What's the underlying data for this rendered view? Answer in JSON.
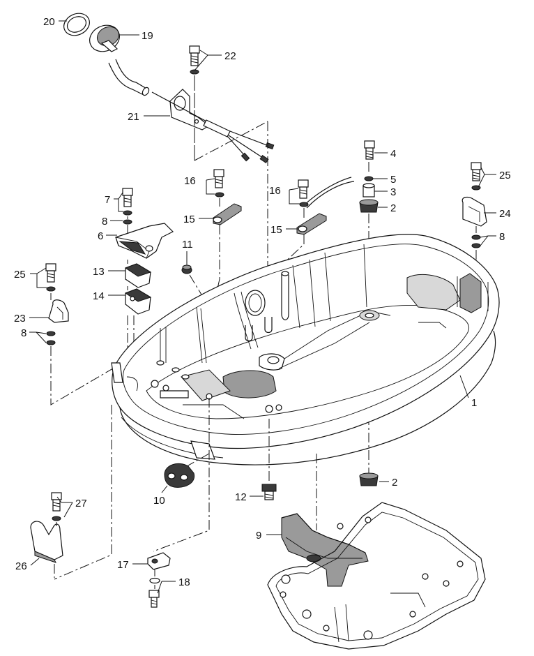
{
  "callouts": [
    {
      "id": "c20",
      "text": "20"
    },
    {
      "id": "c19",
      "text": "19"
    },
    {
      "id": "c22",
      "text": "22"
    },
    {
      "id": "c21",
      "text": "21"
    },
    {
      "id": "c4",
      "text": "4"
    },
    {
      "id": "c5",
      "text": "5"
    },
    {
      "id": "c3",
      "text": "3"
    },
    {
      "id": "c2a",
      "text": "2"
    },
    {
      "id": "c25a",
      "text": "25"
    },
    {
      "id": "c24",
      "text": "24"
    },
    {
      "id": "c8a",
      "text": "8"
    },
    {
      "id": "c16a",
      "text": "16"
    },
    {
      "id": "c16b",
      "text": "16"
    },
    {
      "id": "c15a",
      "text": "15"
    },
    {
      "id": "c15b",
      "text": "15"
    },
    {
      "id": "c7",
      "text": "7"
    },
    {
      "id": "c8b",
      "text": "8"
    },
    {
      "id": "c6",
      "text": "6"
    },
    {
      "id": "c11",
      "text": "11"
    },
    {
      "id": "c13",
      "text": "13"
    },
    {
      "id": "c25b",
      "text": "25"
    },
    {
      "id": "c14",
      "text": "14"
    },
    {
      "id": "c23",
      "text": "23"
    },
    {
      "id": "c8c",
      "text": "8"
    },
    {
      "id": "c1",
      "text": "1"
    },
    {
      "id": "c2b",
      "text": "2"
    },
    {
      "id": "c12",
      "text": "12"
    },
    {
      "id": "c10",
      "text": "10"
    },
    {
      "id": "c27",
      "text": "27"
    },
    {
      "id": "c9",
      "text": "9"
    },
    {
      "id": "c26",
      "text": "26"
    },
    {
      "id": "c17",
      "text": "17"
    },
    {
      "id": "c18",
      "text": "18"
    }
  ]
}
